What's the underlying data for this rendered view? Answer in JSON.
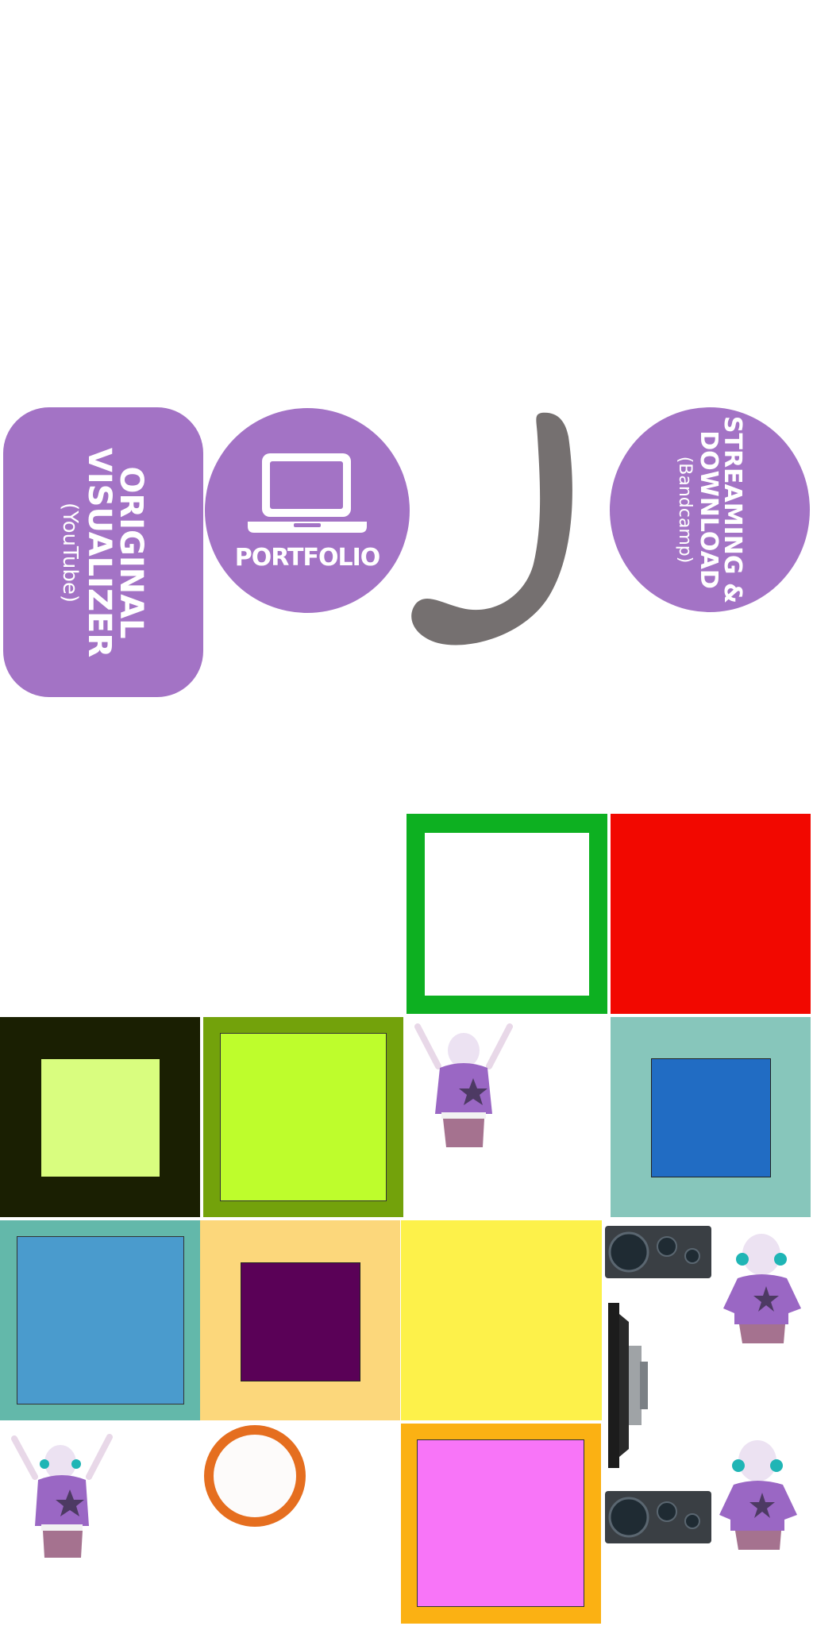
{
  "buttons": {
    "visualizer": {
      "line1": "ORIGINAL",
      "line2": "VISUALIZER",
      "line3": "(YouTube)"
    },
    "portfolio": {
      "label": "PORTFOLIO",
      "icon": "laptop-icon"
    },
    "streaming": {
      "line1": "STREAMING &",
      "line2": "DOWNLOAD",
      "line3": "(Bandcamp)"
    }
  },
  "colors": {
    "purple": "#a373c5",
    "tail": "#757070",
    "green_frame": "#0db021",
    "red": "#f20800",
    "dark_olive": "#1a1f02",
    "pale_lime": "#d9fd7f",
    "olive": "#73a20b",
    "lime": "#befd2c",
    "teal": "#87c6bb",
    "blue": "#216cc3",
    "teal2": "#63b8aa",
    "sky": "#4a9bcd",
    "peach": "#fcd77b",
    "plum": "#5a0157",
    "yellow": "#fdf14a",
    "orange_ring": "#e56e1f",
    "amber": "#fbb113",
    "pink": "#f875f8"
  },
  "sprites": [
    "character-cheering-icon",
    "speaker-icon",
    "turntable-icon",
    "character-headphones-icon",
    "tail-icon"
  ]
}
